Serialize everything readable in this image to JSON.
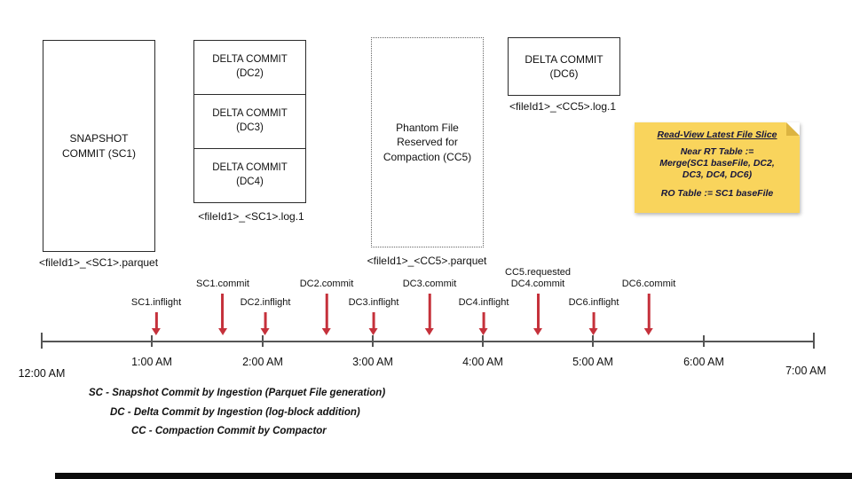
{
  "colors": {
    "arrow-red": "#c5313b",
    "sticky-yellow": "#f9d45c",
    "sticky-fold": "#dcb441"
  },
  "file_groups": {
    "sc1_box": {
      "label": "SNAPSHOT\nCOMMIT (SC1)",
      "file": "<fileId1>_<SC1>.parquet"
    },
    "delta_stack": {
      "cells": [
        {
          "label": "DELTA COMMIT\n(DC2)"
        },
        {
          "label": "DELTA COMMIT\n(DC3)"
        },
        {
          "label": "DELTA COMMIT\n(DC4)"
        }
      ],
      "file": "<fileId1>_<SC1>.log.1"
    },
    "phantom_box": {
      "label": "Phantom File\nReserved for\nCompaction (CC5)",
      "file": "<fileId1>_<CC5>.parquet"
    },
    "dc6_box": {
      "label": "DELTA COMMIT\n(DC6)",
      "file": "<fileId1>_<CC5>.log.1"
    }
  },
  "sticky_note": {
    "title": "Read-View Latest File Slice",
    "body": "Near RT Table :=\nMerge(SC1 baseFile, DC2,\nDC3, DC4, DC6)",
    "body2": "RO Table := SC1 baseFile"
  },
  "timeline": {
    "ticks": [
      "12:00 AM",
      "1:00 AM",
      "2:00 AM",
      "3:00 AM",
      "4:00 AM",
      "5:00 AM",
      "6:00 AM",
      "7:00 AM"
    ],
    "markers": [
      {
        "label": "SC1.inflight",
        "kind": "inflight"
      },
      {
        "label": "SC1.commit",
        "kind": "commit"
      },
      {
        "label": "DC2.inflight",
        "kind": "inflight"
      },
      {
        "label": "DC2.commit",
        "kind": "commit"
      },
      {
        "label": "DC3.inflight",
        "kind": "inflight"
      },
      {
        "label": "DC3.commit",
        "kind": "commit"
      },
      {
        "label": "DC4.inflight",
        "kind": "inflight"
      },
      {
        "label": "CC5.requested\nDC4.commit",
        "kind": "commit"
      },
      {
        "label": "DC6.inflight",
        "kind": "inflight"
      },
      {
        "label": "DC6.commit",
        "kind": "commit"
      }
    ]
  },
  "legend": {
    "line1": "SC - Snapshot Commit by Ingestion (Parquet File generation)",
    "line2": "DC - Delta Commit by Ingestion (log-block addition)",
    "line3": "CC - Compaction Commit by Compactor"
  }
}
